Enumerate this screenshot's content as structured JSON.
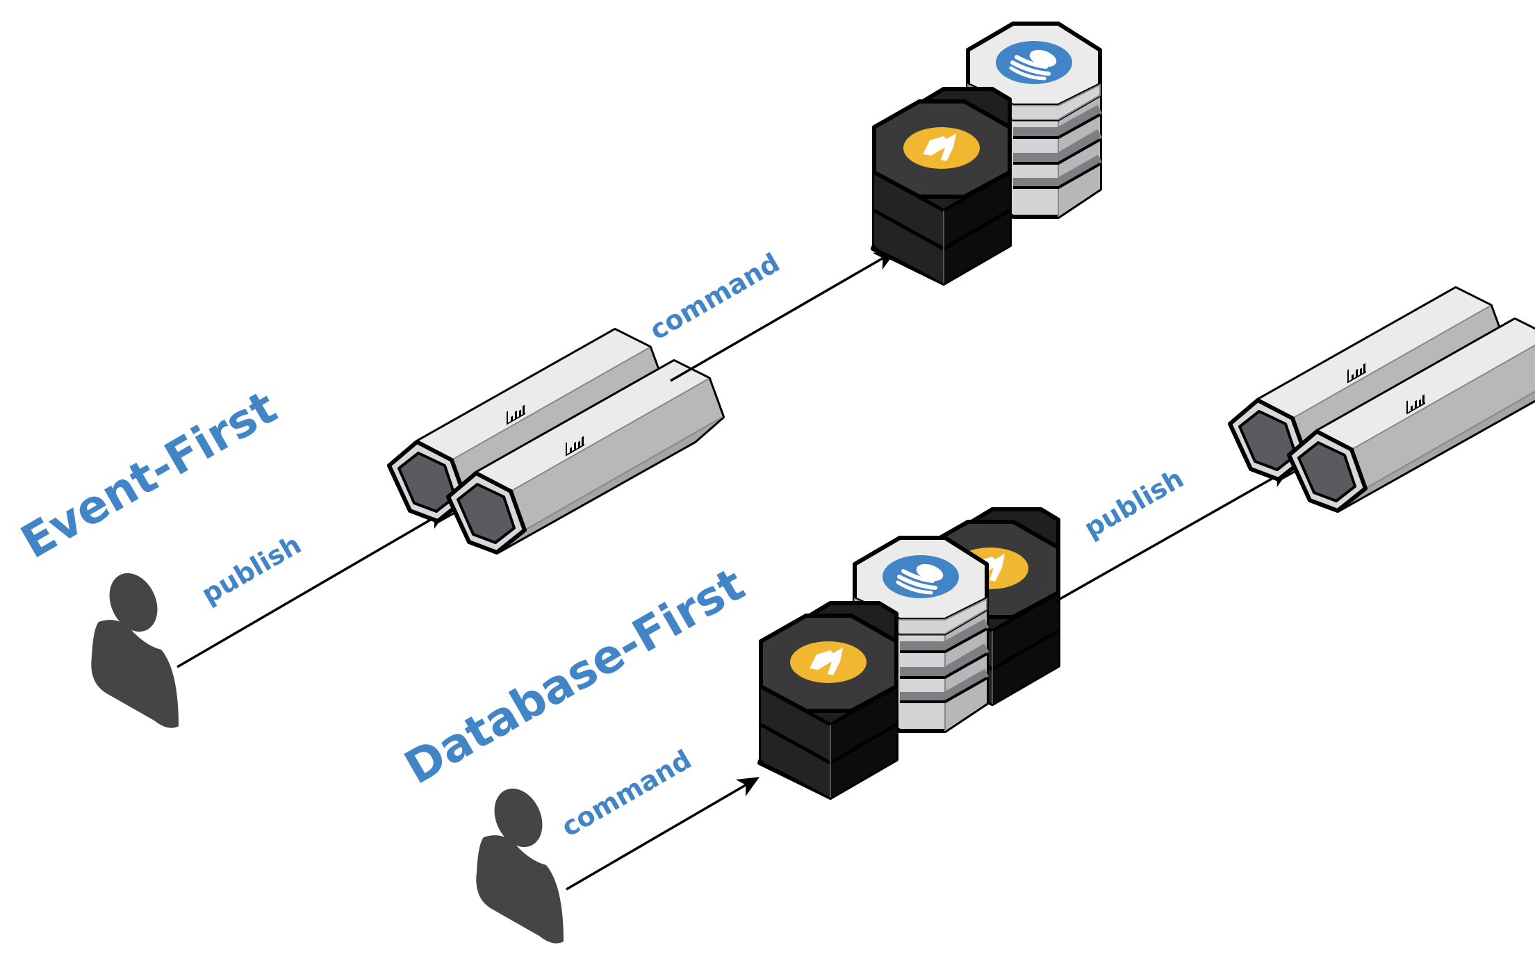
{
  "title_labels": {
    "event_first": "Event-First",
    "database_first": "Database-First"
  },
  "edge_labels": {
    "event_publish": "publish",
    "event_command": "command",
    "db_command": "command",
    "db_publish": "publish"
  },
  "icons": {
    "user": "user-icon",
    "topic": "kafka-topic-icon",
    "lambda": "lambda-icon",
    "database": "database-icon",
    "chart": "bar-chart-icon"
  },
  "colors": {
    "label_blue": "#4285c6",
    "lambda_yellow": "#f2b730",
    "db_blue": "#4285c6",
    "dark_block": "#222222",
    "light_block": "#d6d6d8",
    "user_gray": "#454545"
  }
}
